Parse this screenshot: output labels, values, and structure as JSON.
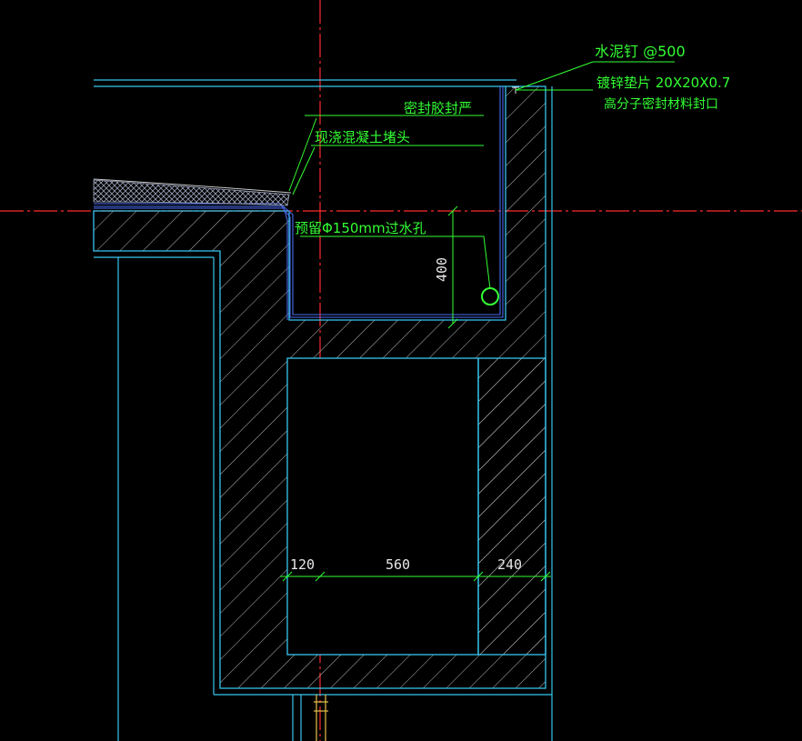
{
  "colors": {
    "background": "#000000",
    "concrete_outline": "#36c6f0",
    "waterproof_layer": "#4a6cf0",
    "leader_green": "#33ff33",
    "dimension_line": "#33ff33",
    "dimension_text": "#e8e8e8",
    "axis_red": "#ff2a2a",
    "hatch_gray": "#b8b8b8",
    "post_yellow": "#e8c24a",
    "insulation_hatch": "#9aa0b8"
  },
  "annotations": {
    "cement_nail": "水泥钉 @500",
    "galvanized_washer": "镀锌垫片 20X20X0.7",
    "polymer_seal": "高分子密封材料封口",
    "sealant": "密封胶封严",
    "cast_concrete_plug": "现浇混凝土堵头",
    "drain_hole": "预留Φ150mm过水孔"
  },
  "dimensions": {
    "height_400": "400",
    "width_120": "120",
    "width_560": "560",
    "width_240": "240"
  }
}
